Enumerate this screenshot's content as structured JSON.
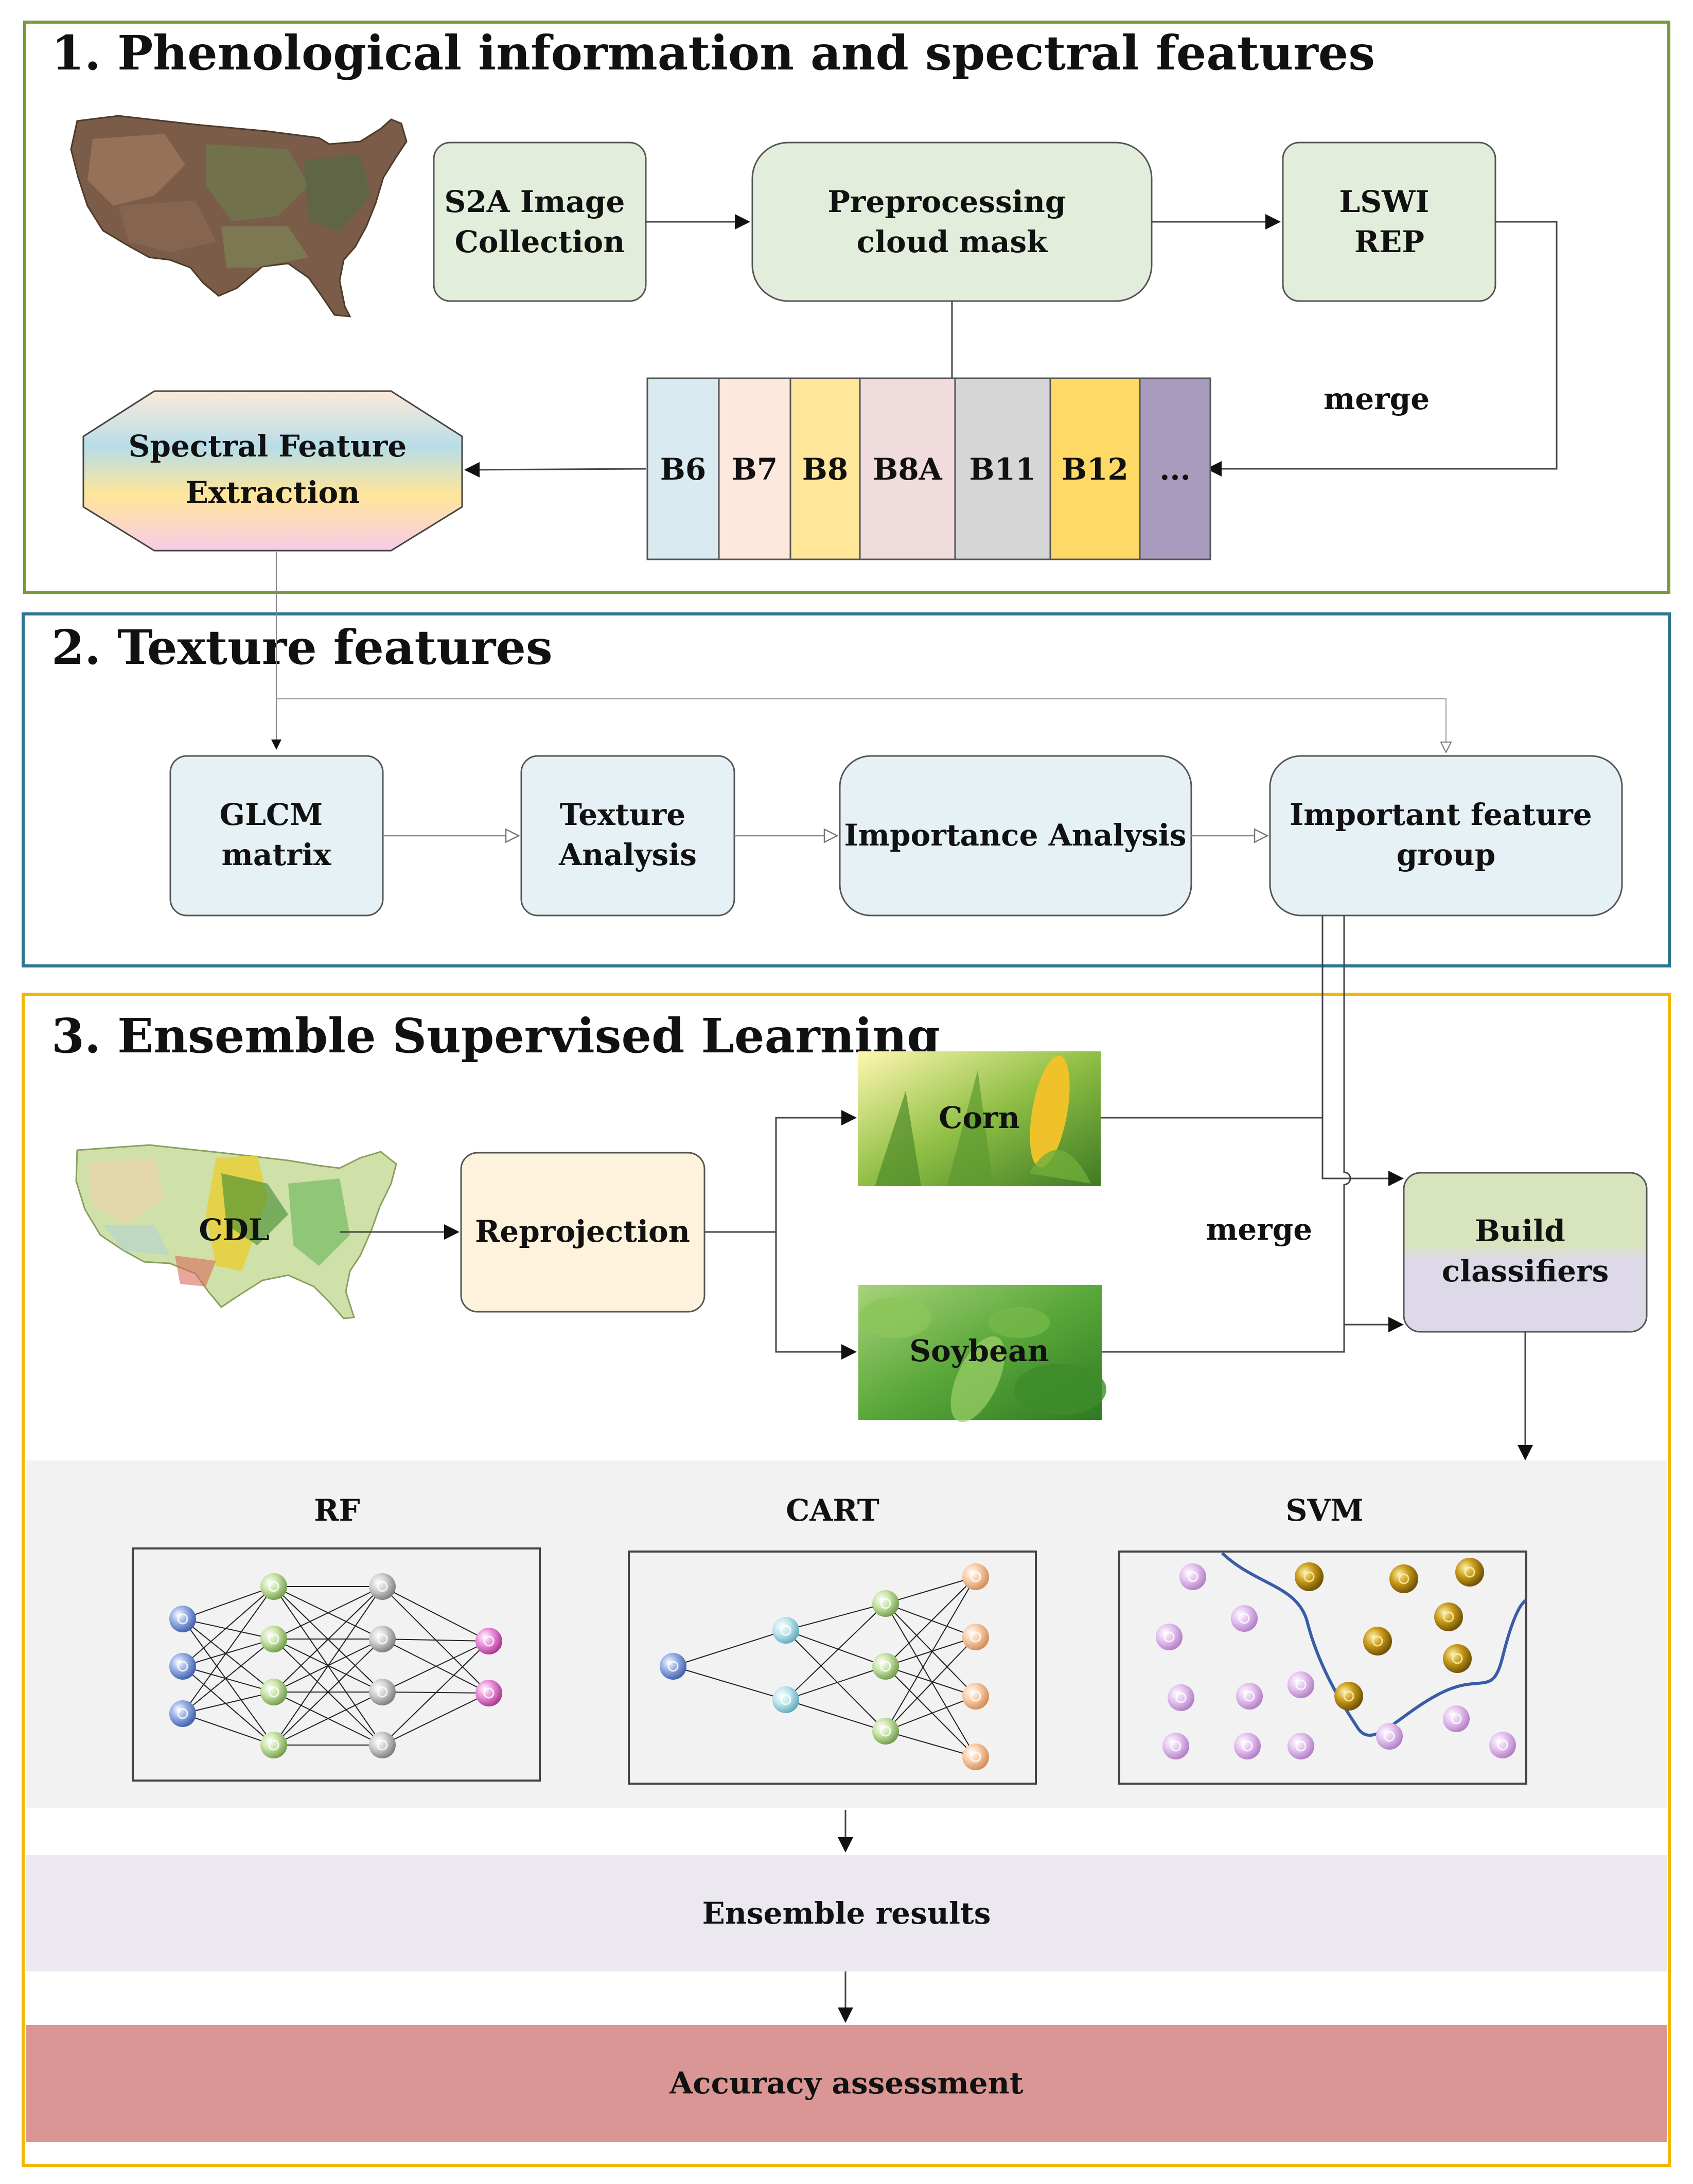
{
  "sections": {
    "s1": {
      "title": "1. Phenological information and spectral features"
    },
    "s2": {
      "title": "2. Texture features"
    },
    "s3": {
      "title": "3. Ensemble Supervised Learning"
    }
  },
  "nodes": {
    "s2a": [
      "S2A Image",
      "Collection"
    ],
    "preprocessing": [
      "Preprocessing",
      "cloud mask"
    ],
    "lswi": [
      "LSWI",
      "REP"
    ],
    "spectral": [
      "Spectral Feature",
      "Extraction"
    ],
    "glcm": [
      "GLCM",
      "matrix"
    ],
    "texture": [
      "Texture",
      "Analysis"
    ],
    "importance": [
      "Importance Analysis"
    ],
    "important_group": [
      "Important feature",
      "group"
    ],
    "cdl": "CDL",
    "reprojection": [
      "Reprojection"
    ],
    "corn": "Corn",
    "soybean": "Soybean",
    "build": [
      "Build",
      "classifiers"
    ]
  },
  "bands": [
    "B6",
    "B7",
    "B8",
    "B8A",
    "B11",
    "B12",
    "..."
  ],
  "band_colors": [
    "#d9ebf1",
    "#fce8dc",
    "#ffe699",
    "#f0dcdc",
    "#d6d6d6",
    "#ffd966",
    "#a99bbd"
  ],
  "labels": {
    "merge1": "merge",
    "merge2": "merge"
  },
  "classifiers": {
    "rf": "RF",
    "cart": "CART",
    "svm": "SVM"
  },
  "bars": {
    "ensemble": "Ensemble results",
    "accuracy": "Accuracy assessment"
  },
  "colors": {
    "section1_border": "#7a9a3a",
    "section2_border": "#2e7590",
    "section3_border": "#f2b705",
    "green_box": "#e2eedb",
    "blue_box": "#e6f1f5",
    "cream_box": "#fdf3dc",
    "ensemble_bar": "#ebe8f0",
    "accuracy_bar": "#d99694",
    "classifier_panel": "#f2f2f2"
  }
}
